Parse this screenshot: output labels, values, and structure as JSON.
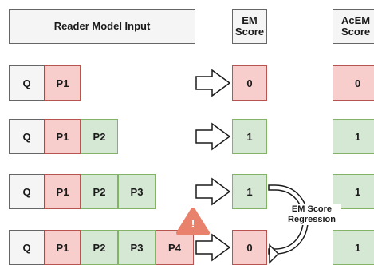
{
  "headers": {
    "reader_input": "Reader Model Input",
    "em_score": [
      "EM",
      "Score"
    ],
    "acem_score": [
      "AcEM",
      "Score"
    ]
  },
  "rows": [
    {
      "query": "Q",
      "passages": [
        "P1"
      ],
      "em": "0",
      "acem": "0"
    },
    {
      "query": "Q",
      "passages": [
        "P1",
        "P2"
      ],
      "em": "1",
      "acem": "1"
    },
    {
      "query": "Q",
      "passages": [
        "P1",
        "P2",
        "P3"
      ],
      "em": "1",
      "acem": "1"
    },
    {
      "query": "Q",
      "passages": [
        "P1",
        "P2",
        "P3",
        "P4"
      ],
      "em": "0",
      "acem": "1"
    }
  ],
  "regression_label": [
    "EM Score",
    "Regression"
  ],
  "warning_icon": "!",
  "colors": {
    "query_fill": "#f5f5f5",
    "query_border": "#666666",
    "red_fill": "#f8cecc",
    "red_border": "#b85450",
    "green_fill": "#d5e8d4",
    "green_border": "#82b366",
    "warning": "#e8826c"
  }
}
